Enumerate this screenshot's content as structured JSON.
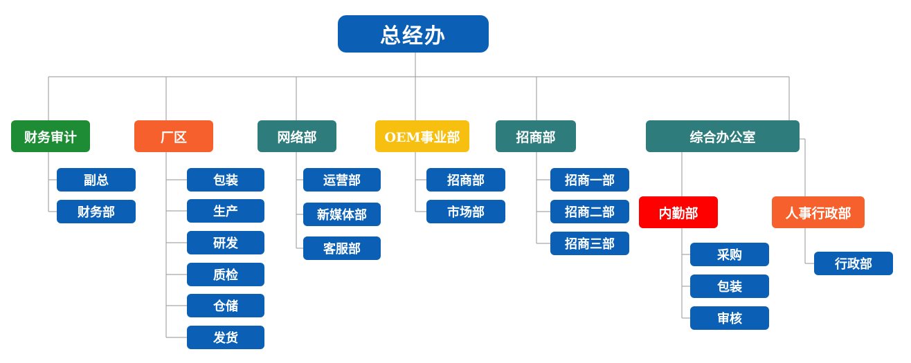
{
  "colors": {
    "blue": "#0b60b5",
    "green": "#1e8c34",
    "orange": "#f5602c",
    "teal": "#2f7c7d",
    "yellow": "#f7bf10",
    "red": "#ff0000",
    "line": "#a7a7a7"
  },
  "root": {
    "label": "总经办"
  },
  "branches": {
    "finance": {
      "label": "财务审计",
      "children": [
        "副总",
        "财务部"
      ]
    },
    "factory": {
      "label": "厂区",
      "children": [
        "包装",
        "生产",
        "研发",
        "质检",
        "仓储",
        "发货"
      ]
    },
    "network": {
      "label": "网络部",
      "children": [
        "运营部",
        "新媒体部",
        "客服部"
      ]
    },
    "oem": {
      "label": "OEM事业部",
      "children": [
        "招商部",
        "市场部"
      ]
    },
    "investment": {
      "label": "招商部",
      "children": [
        "招商一部",
        "招商二部",
        "招商三部"
      ]
    },
    "office": {
      "label": "综合办公室",
      "logistics": {
        "label": "内勤部",
        "children": [
          "采购",
          "包装",
          "审核"
        ]
      },
      "hr": {
        "label": "人事行政部",
        "children": [
          "行政部"
        ]
      }
    }
  }
}
